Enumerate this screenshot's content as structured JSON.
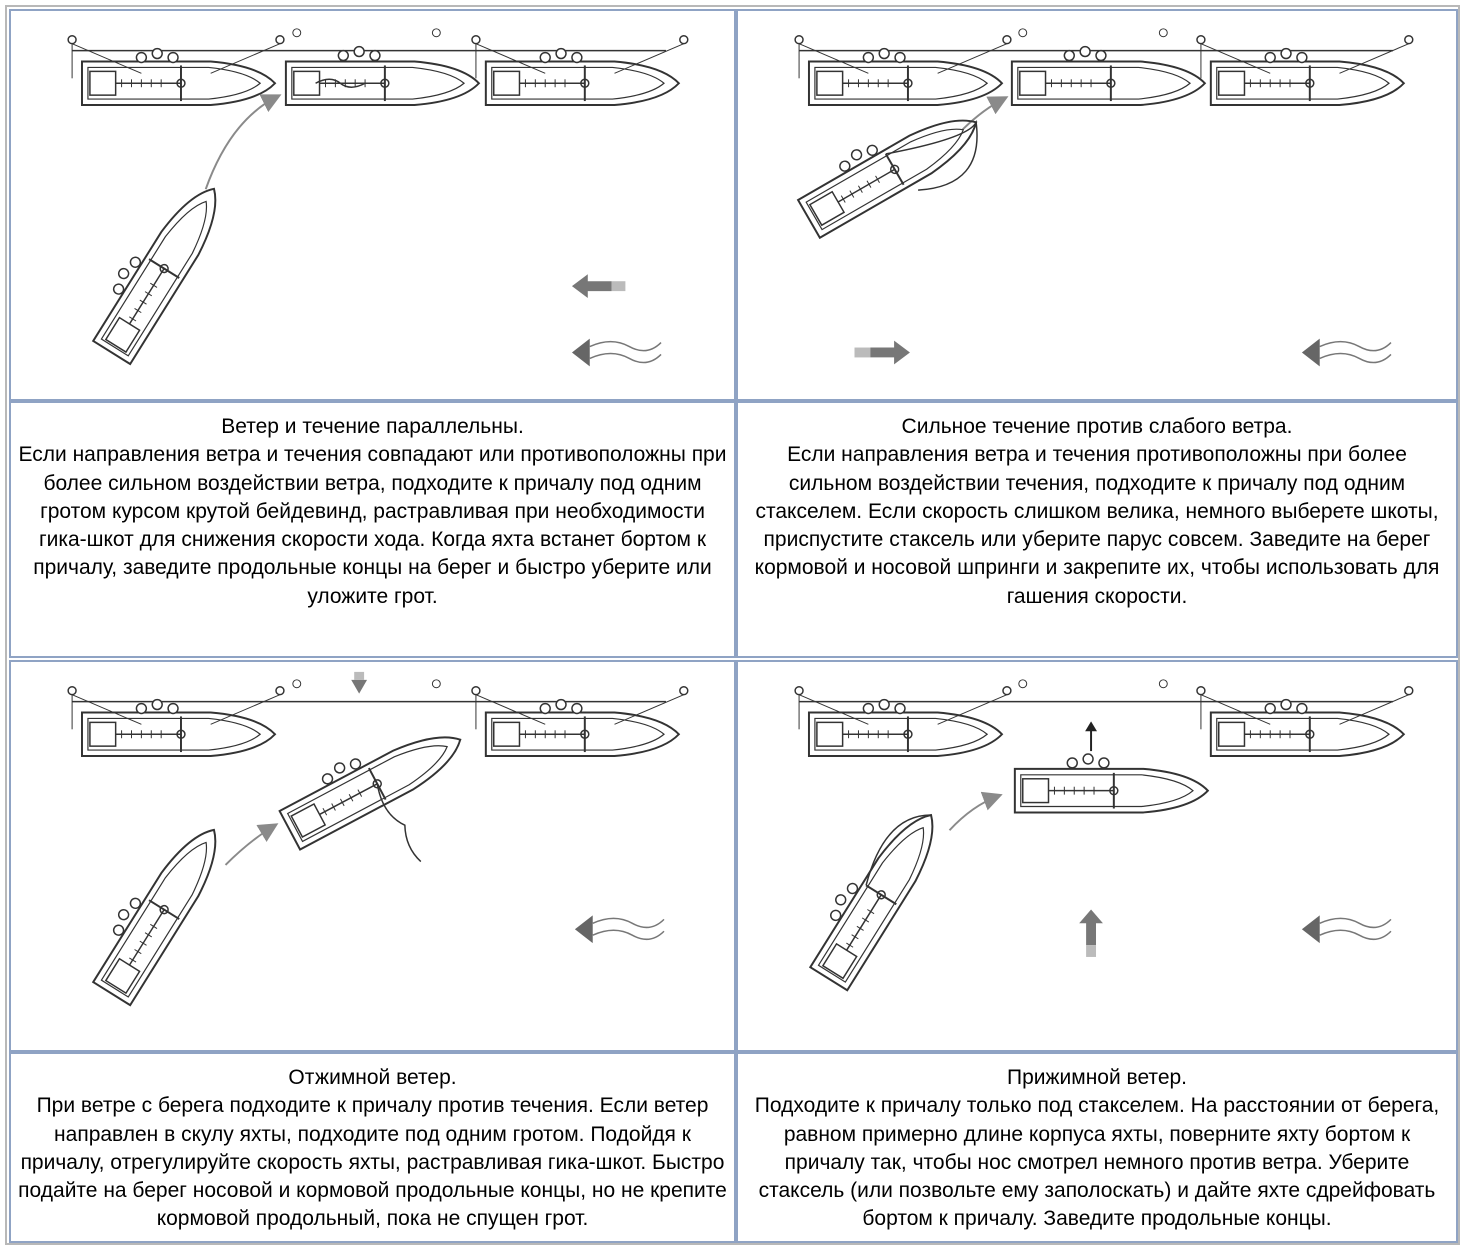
{
  "panels": [
    {
      "caption": "Ветер и течение параллельны.",
      "text": "Если направления ветра и течения совпадают или противоположны при более сильном воздействии ветра, подходите к причалу под одним гротом курсом крутой бейдевинд, растравливая при необходимости гика-шкот для снижения скорости хода. Когда яхта встанет бортом к причалу, заведите продольные концы на берег и быстро уберите или уложите грот."
    },
    {
      "caption": "Сильное течение против слабого ветра.",
      "text": "Если направления ветра и течения противоположны при более сильном воздействии течения, подходите к причалу под одним стакселем. Если скорость слишком велика, немного выберете шкоты, приспустите стаксель или уберите парус совсем. Заведите на берег кормовой и носовой шпринги и закрепите их, чтобы использовать для гашения скорости."
    },
    {
      "caption": "Отжимной ветер.",
      "text": "При ветре с берега подходите к причалу против течения. Если ветер направлен в скулу яхты, подходите под одним гротом. Подойдя к причалу, отрегулируйте скорость яхты, растравливая гика-шкот. Быстро подайте на берег носовой и кормовой продольные концы, но не крепите кормовой продольный, пока не спущен грот."
    },
    {
      "caption": "Прижимной ветер.",
      "text": "Подходите к причалу только под стакселем. На расстоянии от берега, равном примерно длине корпуса яхты, поверните яхту бортом к причалу так, чтобы нос смотрел немного против ветра. Уберите стаксель (или позвольте ему заполоскать) и дайте яхте сдрейфовать бортом к причалу. Заведите продольные концы."
    }
  ],
  "colors": {
    "cell_border": "#8fa3c4",
    "outer_border": "#b8b8b8",
    "drawing_ink": "#333333",
    "arrow_gray": "#8a8a8a"
  }
}
